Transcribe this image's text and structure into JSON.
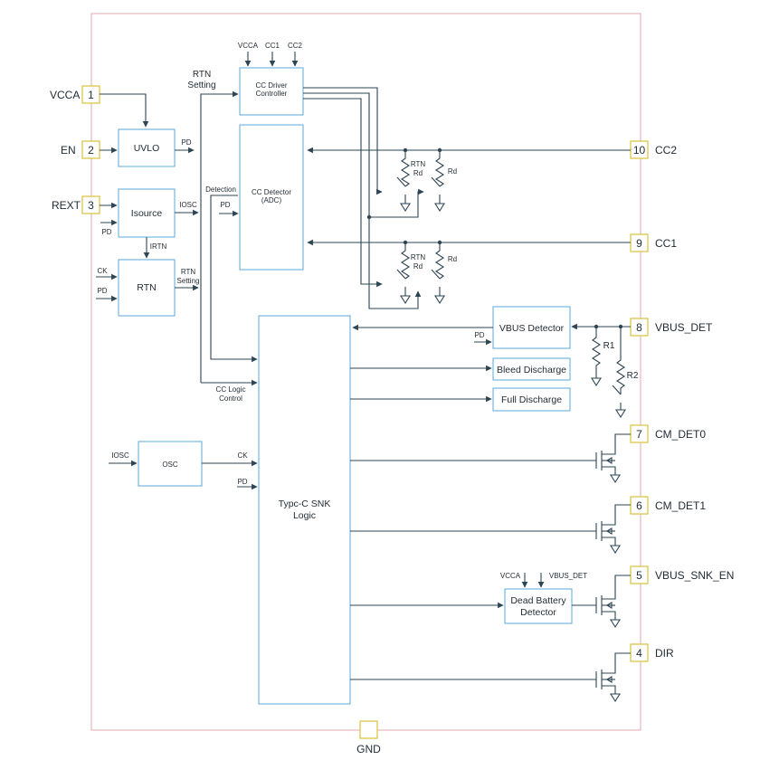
{
  "pins_left": [
    {
      "num": "1",
      "name": "VCCA"
    },
    {
      "num": "2",
      "name": "EN"
    },
    {
      "num": "3",
      "name": "REXT"
    }
  ],
  "pins_right": [
    {
      "num": "10",
      "name": "CC2"
    },
    {
      "num": "9",
      "name": "CC1"
    },
    {
      "num": "8",
      "name": "VBUS_DET"
    },
    {
      "num": "7",
      "name": "CM_DET0"
    },
    {
      "num": "6",
      "name": "CM_DET1"
    },
    {
      "num": "5",
      "name": "VBUS_SNK_EN"
    },
    {
      "num": "4",
      "name": "DIR"
    }
  ],
  "pin_bottom": {
    "name": "GND"
  },
  "blocks": {
    "uvlo": "UVLO",
    "isource": "Isource",
    "rtn": "RTN",
    "osc": "OSC",
    "cc_driver": [
      "CC Driver",
      "Controller"
    ],
    "cc_detector": [
      "CC Detector",
      "(ADC)"
    ],
    "vbus_detector": "VBUS Detector",
    "bleed_discharge": "Bleed Discharge",
    "full_discharge": "Full Discharge",
    "dead_battery": [
      "Dead Battery",
      "Detector"
    ],
    "snk_logic": [
      "Typc-C SNK",
      "Logic"
    ]
  },
  "signals": {
    "vcca": "VCCA",
    "cc1": "CC1",
    "cc2": "CC2",
    "rtn_setting": [
      "RTN",
      "Setting"
    ],
    "rtn_setting_small": [
      "RTN",
      "Setting"
    ],
    "pd": "PD",
    "iosc": "IOSC",
    "irtn": "IRTN",
    "ck": "CK",
    "detection": "Detection",
    "cc_logic_control": [
      "CC Logic",
      "Control"
    ],
    "vbus_det": "VBUS_DET"
  },
  "resistors": {
    "rtn_rd": [
      "RTN",
      "Rd"
    ],
    "rd": "Rd",
    "r1": "R1",
    "r2": "R2"
  }
}
